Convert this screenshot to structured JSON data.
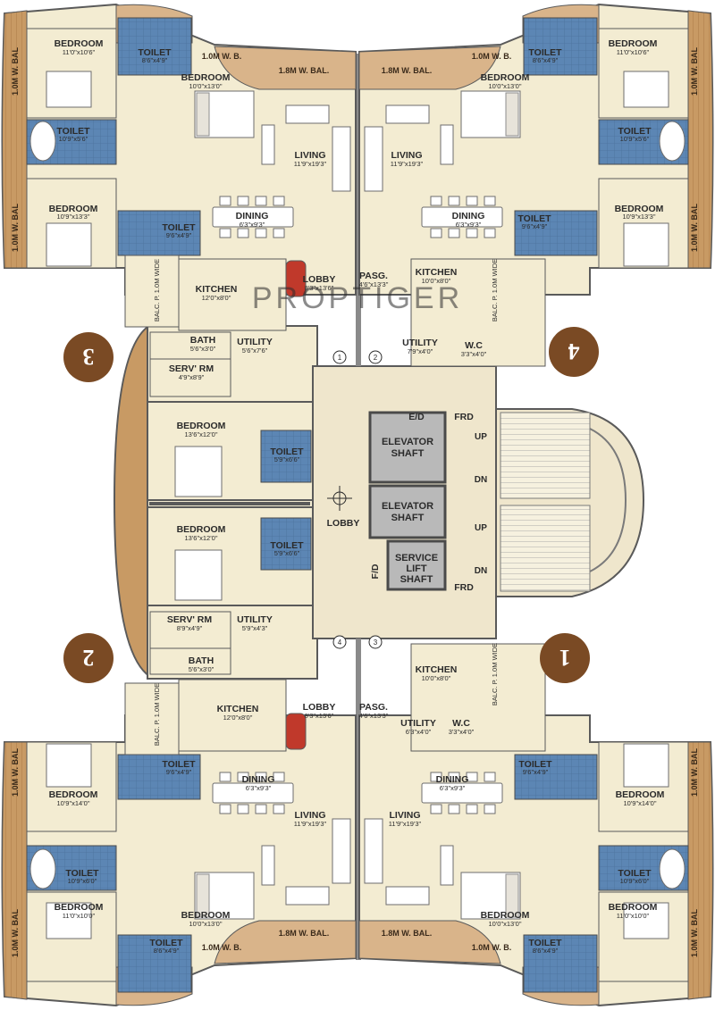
{
  "colors": {
    "floor": "#f3ecd2",
    "wood": "#c89a64",
    "balcony": "#d9b48a",
    "toilet": "#5c86b4",
    "wall": "#5a5a5a",
    "shaft": "#b9b9b9",
    "badge": "#7a4a24",
    "lobby": "#efe6cc"
  },
  "watermark": "PROPTIGER",
  "core": {
    "elevator_1": "ELEVATOR SHAFT",
    "elevator_2": "ELEVATOR SHAFT",
    "service_lift": "SERVICE LIFT SHAFT",
    "lobby": "LOBBY",
    "ed": "E/D",
    "fd": "F/D",
    "frd_top": "FRD",
    "frd_bottom": "FRD",
    "stairs": [
      "UP",
      "DN",
      "UP",
      "DN"
    ],
    "circle_numbers": [
      "1",
      "2",
      "3",
      "4"
    ]
  },
  "flats": [
    {
      "number": "3",
      "bedroom_top": {
        "name": "BEDROOM",
        "dim": "11'0\"x10'6\""
      },
      "toilet_top": {
        "name": "TOILET",
        "dim": "8'6\"x4'9\""
      },
      "wb_small": "1.0M W. B.",
      "bedroom_master": {
        "name": "BEDROOM",
        "dim": "10'0\"x13'0\""
      },
      "bal_big": "1.8M W. BAL.",
      "toilet_master": {
        "name": "TOILET",
        "dim": "10'9\"x5'6\""
      },
      "living": {
        "name": "LIVING",
        "dim": "11'9\"x19'3\""
      },
      "bedroom_side": {
        "name": "BEDROOM",
        "dim": "10'9\"x13'3\""
      },
      "toilet_side": {
        "name": "TOILET",
        "dim": "9'6\"x4'9\""
      },
      "dining": {
        "name": "DINING",
        "dim": "6'3\"x9'3\""
      },
      "bal_side_a": "1.0M W. BAL",
      "bal_side_b": "1.0M W. BAL",
      "kitchen": {
        "name": "KITCHEN",
        "dim": "12'0\"x8'0\""
      },
      "balc": "BALC. P. 1.0M WIDE",
      "lobby": {
        "name": "LOBBY",
        "dim": "8'3\"x13'6\""
      },
      "bath": {
        "name": "BATH",
        "dim": "5'6\"x3'0\""
      },
      "utility": {
        "name": "UTILITY",
        "dim": "5'6\"x7'6\""
      },
      "serv": {
        "name": "SERV' RM",
        "dim": "4'9\"x8'9\""
      }
    },
    {
      "number": "4",
      "bedroom_top": {
        "name": "BEDROOM",
        "dim": "11'0\"x10'6\""
      },
      "toilet_top": {
        "name": "TOILET",
        "dim": "8'6\"x4'9\""
      },
      "wb_small": "1.0M W. B.",
      "bedroom_master": {
        "name": "BEDROOM",
        "dim": "10'0\"x13'0\""
      },
      "bal_big": "1.8M W. BAL.",
      "toilet_master": {
        "name": "TOILET",
        "dim": "10'9\"x5'6\""
      },
      "living": {
        "name": "LIVING",
        "dim": "11'9\"x19'3\""
      },
      "bedroom_side": {
        "name": "BEDROOM",
        "dim": "10'9\"x13'3\""
      },
      "toilet_side": {
        "name": "TOILET",
        "dim": "9'6\"x4'9\""
      },
      "dining": {
        "name": "DINING",
        "dim": "6'3\"x9'3\""
      },
      "bal_side_a": "1.0M W. BAL",
      "bal_side_b": "1.0M W. BAL",
      "kitchen": {
        "name": "KITCHEN",
        "dim": "10'0\"x8'0\""
      },
      "balc": "BALC. P. 1.0M WIDE",
      "pasg": {
        "name": "PASG.",
        "dim": "4'6\"x13'3\""
      },
      "utility": {
        "name": "UTILITY",
        "dim": "7'9\"x4'0\""
      },
      "wc": {
        "name": "W.C",
        "dim": "3'3\"x4'0\""
      }
    },
    {
      "number": "2",
      "bedroom_top": {
        "name": "BEDROOM",
        "dim": "11'0\"x10'0\""
      },
      "toilet_top": {
        "name": "TOILET",
        "dim": "8'6\"x4'9\""
      },
      "wb_small": "1.0M W. B.",
      "bedroom_master": {
        "name": "BEDROOM",
        "dim": "10'0\"x13'0\""
      },
      "bal_big": "1.8M W. BAL.",
      "toilet_master": {
        "name": "TOILET",
        "dim": "10'9\"x6'0\""
      },
      "living": {
        "name": "LIVING",
        "dim": "11'9\"x19'3\""
      },
      "bedroom_side": {
        "name": "BEDROOM",
        "dim": "10'9\"x14'0\""
      },
      "toilet_side": {
        "name": "TOILET",
        "dim": "9'6\"x4'9\""
      },
      "dining": {
        "name": "DINING",
        "dim": "6'3\"x9'3\""
      },
      "bal_side_a": "1.0M W. BAL",
      "bal_side_b": "1.0M W. BAL",
      "kitchen": {
        "name": "KITCHEN",
        "dim": "12'0\"x8'0\""
      },
      "balc": "BALC. P. 1.0M WIDE",
      "lobby": {
        "name": "LOBBY",
        "dim": "8'3\"x13'6\""
      },
      "bath": {
        "name": "BATH",
        "dim": "5'6\"x3'0\""
      },
      "utility": {
        "name": "UTILITY",
        "dim": "5'9\"x4'3\""
      },
      "serv": {
        "name": "SERV' RM",
        "dim": "8'9\"x4'9\""
      }
    },
    {
      "number": "1",
      "bedroom_top": {
        "name": "BEDROOM",
        "dim": "11'0\"x10'0\""
      },
      "toilet_top": {
        "name": "TOILET",
        "dim": "8'6\"x4'9\""
      },
      "wb_small": "1.0M W. B.",
      "bedroom_master": {
        "name": "BEDROOM",
        "dim": "10'0\"x13'0\""
      },
      "bal_big": "1.8M W. BAL.",
      "toilet_master": {
        "name": "TOILET",
        "dim": "10'9\"x6'0\""
      },
      "living": {
        "name": "LIVING",
        "dim": "11'9\"x19'3\""
      },
      "bedroom_side": {
        "name": "BEDROOM",
        "dim": "10'9\"x14'0\""
      },
      "toilet_side": {
        "name": "TOILET",
        "dim": "9'6\"x4'9\""
      },
      "dining": {
        "name": "DINING",
        "dim": "6'3\"x9'3\""
      },
      "bal_side_a": "1.0M W. BAL",
      "bal_side_b": "1.0M W. BAL",
      "kitchen": {
        "name": "KITCHEN",
        "dim": "10'0\"x8'0\""
      },
      "balc": "BALC. P. 1.0M WIDE",
      "pasg": {
        "name": "PASG.",
        "dim": "4'6\"x13'3\""
      },
      "utility": {
        "name": "UTILITY",
        "dim": "6'3\"x4'0\""
      },
      "wc": {
        "name": "W.C",
        "dim": "3'3\"x4'0\""
      }
    }
  ],
  "center_rooms": {
    "bedroom_a": {
      "name": "BEDROOM",
      "dim": "13'6\"x12'0\""
    },
    "toilet_a": {
      "name": "TOILET",
      "dim": "5'9\"x6'6\""
    },
    "bedroom_b": {
      "name": "BEDROOM",
      "dim": "13'6\"x12'0\""
    },
    "toilet_b": {
      "name": "TOILET",
      "dim": "5'9\"x6'6\""
    }
  }
}
